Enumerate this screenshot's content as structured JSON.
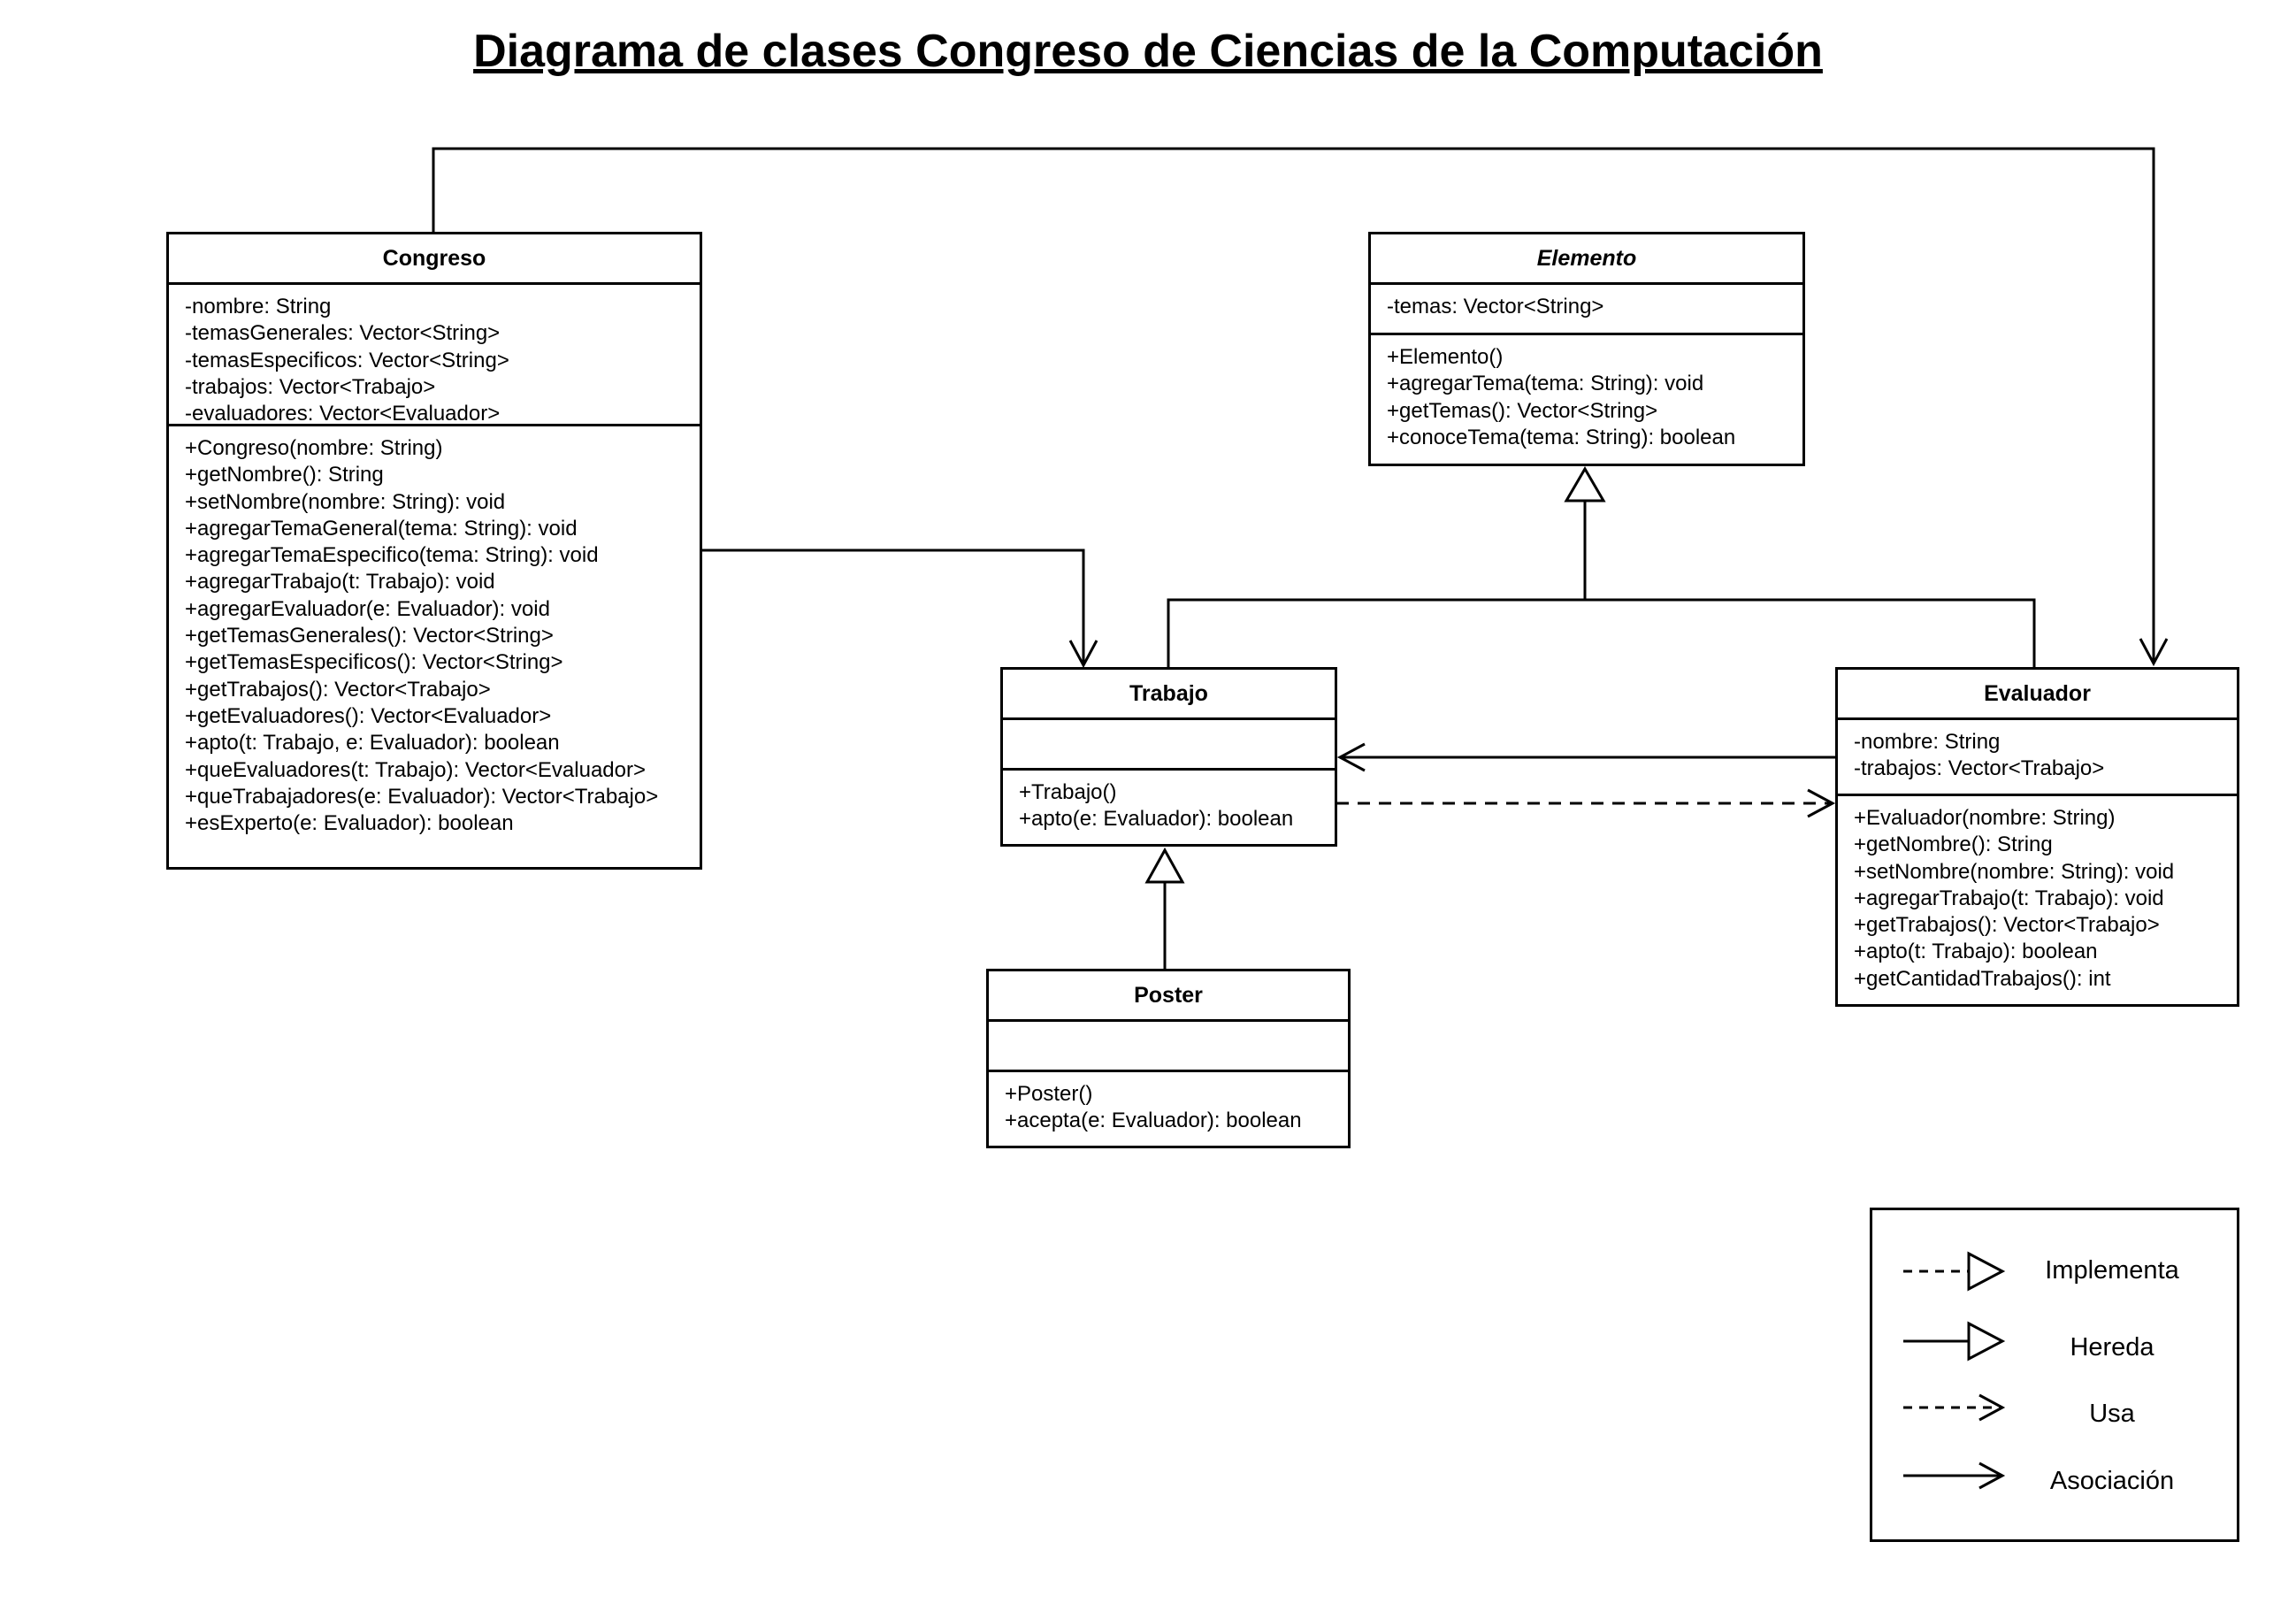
{
  "title": "Diagrama de clases Congreso de Ciencias de la Computación",
  "classes": {
    "congreso": {
      "name": "Congreso",
      "attributes": [
        "-nombre: String",
        "-temasGenerales: Vector<String>",
        "-temasEspecificos: Vector<String>",
        "-trabajos: Vector<Trabajo>",
        "-evaluadores: Vector<Evaluador>"
      ],
      "methods": [
        "+Congreso(nombre: String)",
        "+getNombre(): String",
        "+setNombre(nombre: String): void",
        "+agregarTemaGeneral(tema: String): void",
        "+agregarTemaEspecifico(tema: String): void",
        "+agregarTrabajo(t: Trabajo): void",
        "+agregarEvaluador(e: Evaluador): void",
        "+getTemasGenerales(): Vector<String>",
        "+getTemasEspecificos(): Vector<String>",
        "+getTrabajos(): Vector<Trabajo>",
        "+getEvaluadores(): Vector<Evaluador>",
        "+apto(t: Trabajo, e: Evaluador): boolean",
        "+queEvaluadores(t: Trabajo): Vector<Evaluador>",
        "+queTrabajadores(e: Evaluador): Vector<Trabajo>",
        "+esExperto(e: Evaluador): boolean"
      ]
    },
    "elemento": {
      "name": "Elemento",
      "attributes": [
        "-temas: Vector<String>"
      ],
      "methods": [
        "+Elemento()",
        "+agregarTema(tema: String): void",
        "+getTemas(): Vector<String>",
        "+conoceTema(tema: String): boolean"
      ]
    },
    "trabajo": {
      "name": "Trabajo",
      "attributes": [],
      "methods": [
        "+Trabajo()",
        "+apto(e: Evaluador): boolean"
      ]
    },
    "evaluador": {
      "name": "Evaluador",
      "attributes": [
        "-nombre: String",
        "-trabajos: Vector<Trabajo>"
      ],
      "methods": [
        "+Evaluador(nombre: String)",
        "+getNombre(): String",
        "+setNombre(nombre: String): void",
        "+agregarTrabajo(t: Trabajo): void",
        "+getTrabajos(): Vector<Trabajo>",
        "+apto(t: Trabajo): boolean",
        "+getCantidadTrabajos(): int"
      ]
    },
    "poster": {
      "name": "Poster",
      "attributes": [],
      "methods": [
        "+Poster()",
        "+acepta(e: Evaluador): boolean"
      ]
    }
  },
  "legend": {
    "implementa": "Implementa",
    "hereda": "Hereda",
    "usa": "Usa",
    "asociacion": "Asociación"
  }
}
